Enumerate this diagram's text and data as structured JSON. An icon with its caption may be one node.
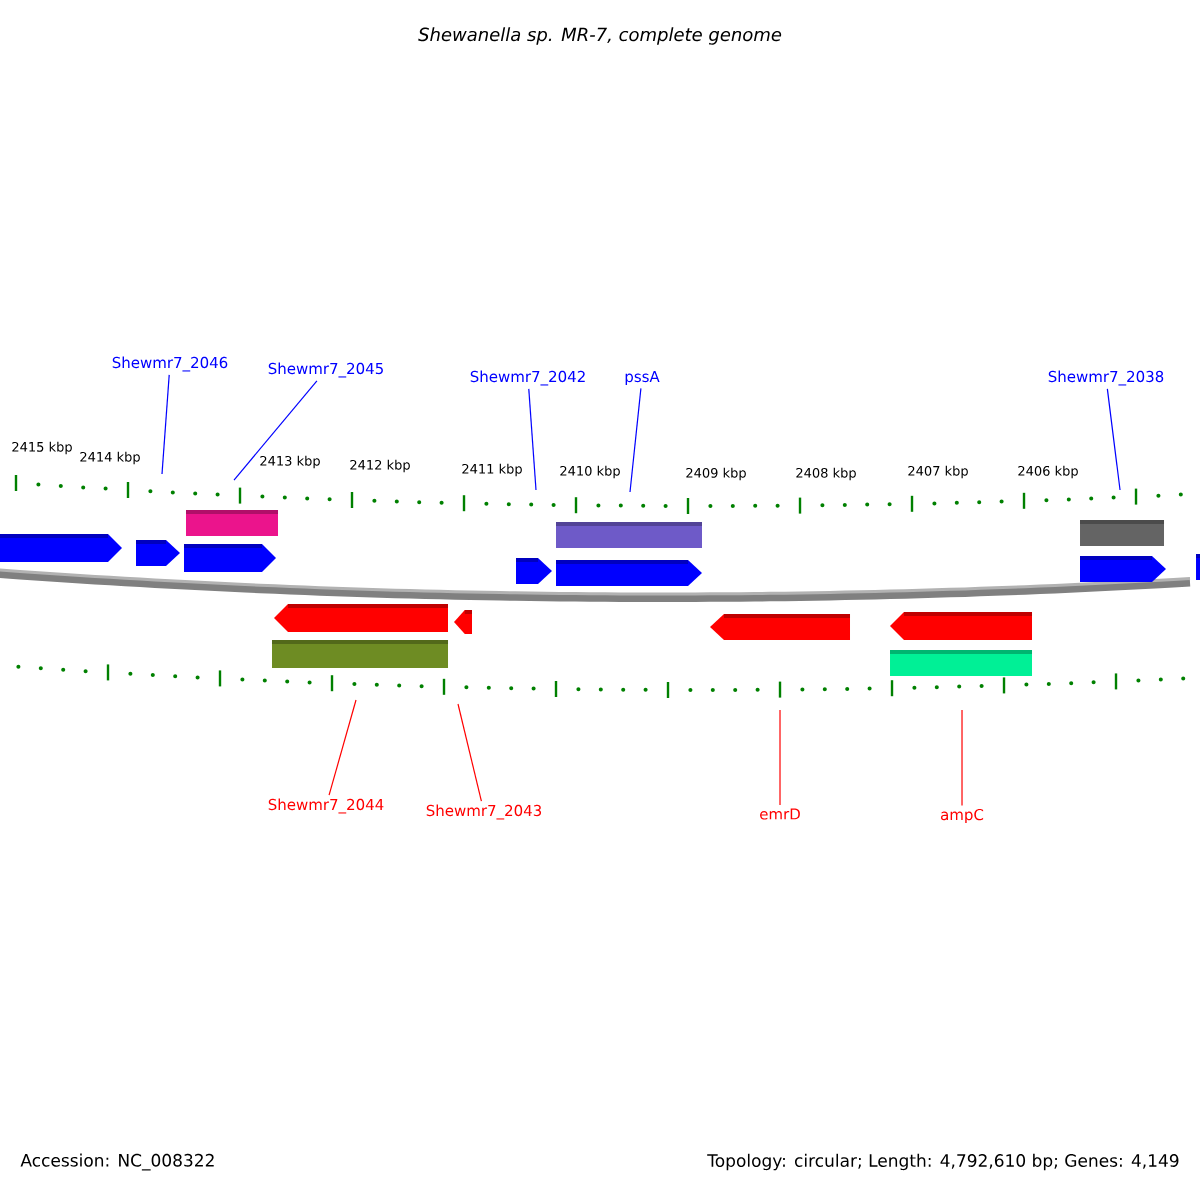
{
  "diagram": {
    "title": "Shewanella sp. MR-7, complete genome",
    "nodes": [
      {
        "text": [
          "Shewmr7_2046"
        ]
      },
      {
        "text": [
          "Shewmr7_2045"
        ]
      },
      {
        "text": [
          "Shewmr7_2042"
        ]
      },
      {
        "text": [
          "pssA"
        ]
      },
      {
        "text": [
          "Shewmr7_2038"
        ]
      },
      {
        "text": [
          "Shewmr7_2044"
        ]
      },
      {
        "text": [
          "Shewmr7_2043"
        ]
      },
      {
        "text": [
          "emrD"
        ]
      },
      {
        "text": [
          "ampC"
        ]
      }
    ],
    "edges": [
      {
        "from": 0,
        "to": null,
        "arrow": "none",
        "color": "#0000ff"
      },
      {
        "from": 1,
        "to": null,
        "arrow": "none",
        "color": "#0000ff"
      },
      {
        "from": 2,
        "to": null,
        "arrow": "none",
        "color": "#0000ff"
      },
      {
        "from": 3,
        "to": null,
        "arrow": "none",
        "color": "#0000ff"
      },
      {
        "from": 4,
        "to": null,
        "arrow": "none",
        "color": "#0000ff"
      },
      {
        "from": 5,
        "to": null,
        "arrow": "none",
        "color": "#ff0000"
      },
      {
        "from": 6,
        "to": null,
        "arrow": "none",
        "color": "#ff0000"
      },
      {
        "from": 7,
        "to": null,
        "arrow": "none",
        "color": "#ff0000"
      },
      {
        "from": 8,
        "to": null,
        "arrow": "none",
        "color": "#ff0000"
      }
    ],
    "labels": [
      "2415 kbp",
      "2414 kbp",
      "2413 kbp",
      "2412 kbp",
      "2411 kbp",
      "2410 kbp",
      "2409 kbp",
      "2408 kbp",
      "2407 kbp",
      "2406 kbp",
      "Accession: NC_008322",
      "Topology: circular; Length: 4,792,610 bp; Genes: 4,149"
    ]
  }
}
